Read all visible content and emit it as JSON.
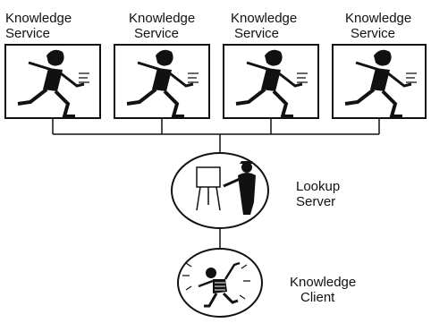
{
  "services": [
    {
      "line1": "Knowledge",
      "line2": "Service"
    },
    {
      "line1": "Knowledge",
      "line2": "Service"
    },
    {
      "line1": "Knowledge",
      "line2": "Service"
    },
    {
      "line1": "Knowledge",
      "line2": "Service"
    }
  ],
  "lookup": {
    "line1": "Lookup",
    "line2": "Server"
  },
  "client": {
    "line1": "Knowledge",
    "line2": "Client"
  },
  "icons": {
    "service": "running-person-icon",
    "lookup": "presenter-at-easel-icon",
    "client": "dancing-figure-icon"
  }
}
